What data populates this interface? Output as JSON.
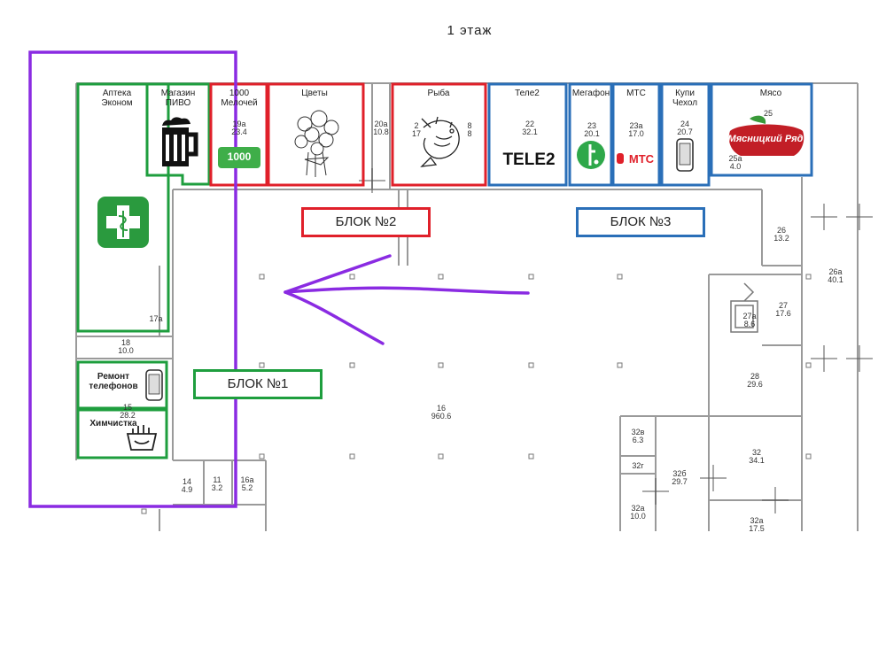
{
  "floor_title": "1  этаж",
  "blocks": [
    {
      "label": "БЛОК №1",
      "color": "#1e9e3e"
    },
    {
      "label": "БЛОК №2",
      "color": "#e0202a"
    },
    {
      "label": "БЛОК №3",
      "color": "#2a6fb8"
    }
  ],
  "shops": {
    "apteka": {
      "label": "Аптека\nЭконом"
    },
    "pivo": {
      "label": "Магазин\nПИВО"
    },
    "melochi": {
      "label": "1000\nМелочей",
      "room": "19а\n23.4"
    },
    "cvety": {
      "label": "Цветы"
    },
    "ryba": {
      "label": "Рыба",
      "room_left": "2\n17",
      "room_right": "8\n8"
    },
    "tele2": {
      "label": "Теле2",
      "room": "22\n32.1",
      "logo": "TELE2"
    },
    "megafon": {
      "label": "Мегафон",
      "room": "23\n20.1"
    },
    "mts": {
      "label": "МТС",
      "room": "23а\n17.0",
      "logo": "МТС"
    },
    "kupi": {
      "label": "Купи\nЧехол",
      "room": "24\n20.7"
    },
    "myaso": {
      "label": "Мясо",
      "room": "25",
      "room2": "25а\n4.0",
      "logo": "Мясницкий Ряд"
    },
    "remont": {
      "label": "Ремонт\nтелефонов"
    },
    "himchistka": {
      "label": "Химчистка",
      "room": "15\n28.2"
    }
  },
  "rooms": [
    {
      "id": "r20a",
      "text": "20а\n10.8"
    },
    {
      "id": "r17a",
      "text": "17а"
    },
    {
      "id": "r18",
      "text": "18\n10.0"
    },
    {
      "id": "r16",
      "text": "16\n960.6"
    },
    {
      "id": "r14",
      "text": "14\n4.9"
    },
    {
      "id": "r11",
      "text": "11\n3.2"
    },
    {
      "id": "r16a",
      "text": "16а\n5.2"
    },
    {
      "id": "r26",
      "text": "26\n13.2"
    },
    {
      "id": "r26a",
      "text": "26а\n40.1"
    },
    {
      "id": "r27",
      "text": "27\n17.6"
    },
    {
      "id": "r27a",
      "text": "27а\n8.6"
    },
    {
      "id": "r28",
      "text": "28\n29.6"
    },
    {
      "id": "r32v",
      "text": "32в\n6.3"
    },
    {
      "id": "r32g",
      "text": "32г"
    },
    {
      "id": "r32b",
      "text": "32б\n29.7"
    },
    {
      "id": "r32",
      "text": "32\n34.1"
    },
    {
      "id": "r32a_left",
      "text": "32а\n10.0"
    },
    {
      "id": "r32a_right",
      "text": "32а\n17.5"
    }
  ],
  "colors": {
    "green": "#1e9e3e",
    "red": "#e0202a",
    "blue": "#2a6fb8",
    "purple": "#8a2be2",
    "wall": "#9a9a9a"
  },
  "icons": [
    "pharmacy-cross-icon",
    "beer-mug-icon",
    "flowers-icon",
    "fish-icon",
    "megafon-logo-icon",
    "phone-icon",
    "dry-cleaning-icon",
    "arrow-icon"
  ]
}
